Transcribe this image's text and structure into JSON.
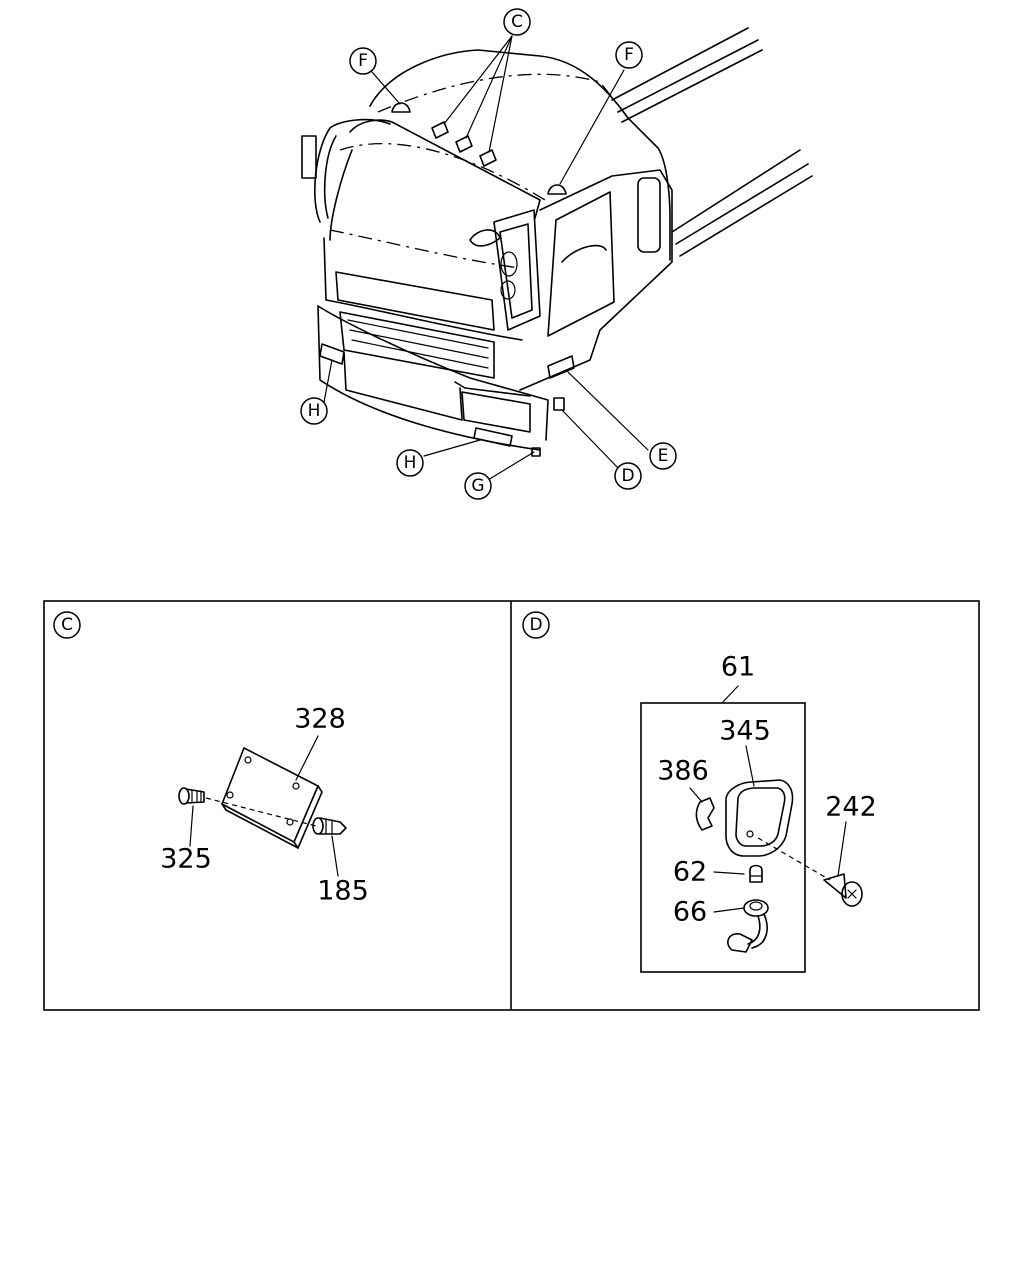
{
  "overview": {
    "callouts": {
      "c": "C",
      "f_left": "F",
      "f_right": "F",
      "h_left": "H",
      "h_bottom": "H",
      "g": "G",
      "d": "D",
      "e": "E"
    }
  },
  "detail_c": {
    "label": "C",
    "parts": {
      "p328": "328",
      "p325": "325",
      "p185": "185"
    }
  },
  "detail_d": {
    "label": "D",
    "parts": {
      "p61": "61",
      "p345": "345",
      "p386": "386",
      "p242": "242",
      "p62": "62",
      "p66": "66"
    }
  }
}
